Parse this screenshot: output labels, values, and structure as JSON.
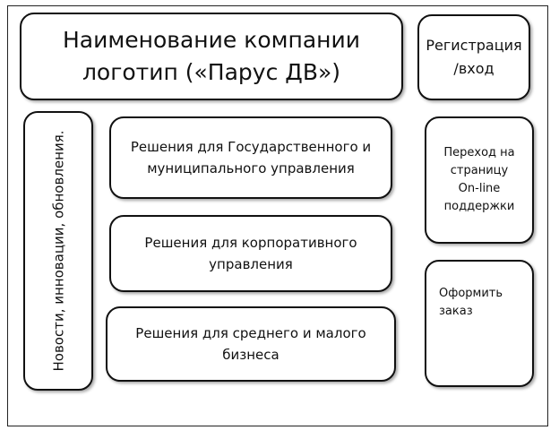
{
  "header": {
    "title_line1": "Наименование компании",
    "title_line2": "логотип («Парус ДВ»)"
  },
  "registration": {
    "label": "Регистрация\n/вход"
  },
  "news": {
    "label": "Новости, инновации, обновления."
  },
  "solutions": {
    "government": "Решения для Государственного и\nмуниципального управления",
    "corporate": "Решения для корпоративного\nуправления",
    "small_business": "Решения для среднего и малого\nбизнеса"
  },
  "support": {
    "label": "Переход на\nстраницу\nOn-line\nподдержки"
  },
  "order": {
    "label": "Оформить\nзаказ"
  }
}
